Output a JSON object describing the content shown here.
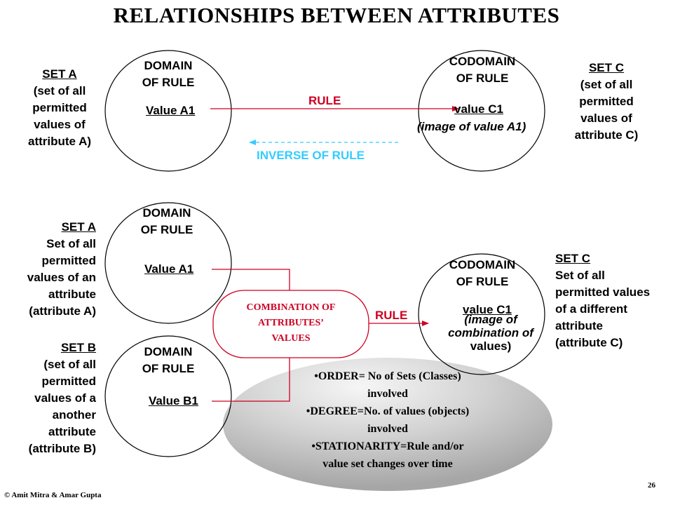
{
  "title": "RELATIONSHIPS BETWEEN ATTRIBUTES",
  "top": {
    "set_a": {
      "heading": "SET A",
      "lines": [
        "(set of all",
        "permitted",
        "values of",
        "attribute A)"
      ]
    },
    "domain": {
      "line1": "DOMAIN",
      "line2": "OF RULE",
      "value": "Value A1"
    },
    "codomain": {
      "line1": "CODOMAIN",
      "line2": "OF RULE",
      "value": "value C1",
      "image": "(image of value A1)"
    },
    "set_c": {
      "heading": "SET C",
      "lines": [
        "(set of all",
        "permitted",
        "values of",
        "attribute C)"
      ]
    },
    "rule_label": "RULE",
    "inverse_label": "INVERSE OF RULE"
  },
  "bottom": {
    "set_a": {
      "heading": "SET A",
      "lines": [
        "Set of all",
        "permitted",
        "values of an",
        "attribute",
        "(attribute A)"
      ]
    },
    "set_b": {
      "heading": "SET B",
      "lines": [
        "(set of all",
        "permitted",
        "values of a",
        "another",
        "attribute",
        "(attribute B)"
      ]
    },
    "domain_a": {
      "line1": "DOMAIN",
      "line2": "OF RULE",
      "value": "Value A1"
    },
    "domain_b": {
      "line1": "DOMAIN",
      "line2": "OF RULE",
      "value": "Value B1"
    },
    "combination": {
      "line1": "COMBINATION OF",
      "line2": "ATTRIBUTES’",
      "line3": "VALUES"
    },
    "rule_label": "RULE",
    "codomain": {
      "line1": "CODOMAIN",
      "line2": "OF RULE",
      "value": "value C1",
      "image1": "(image of",
      "image2": "combination of",
      "image3": "values)"
    },
    "set_c": {
      "heading": "SET C",
      "lines": [
        "Set of all",
        "permitted values",
        "of a different",
        "attribute",
        "(attribute C)"
      ]
    }
  },
  "notes": {
    "order_1": "ORDER= No of Sets (Classes)",
    "order_2": "involved",
    "degree_1": "DEGREE=No. of values (objects)",
    "degree_2": "involved",
    "stat_1": "STATIONARITY=Rule and/or",
    "stat_2": "value set changes over time"
  },
  "footer": {
    "copyright": "© Amit Mitra & Amar Gupta",
    "page": "26"
  },
  "colors": {
    "rule_line": "#cc0022",
    "inverse_line": "#33ccff",
    "ellipse_light": "#f4f4f4",
    "ellipse_dark": "#a8a8a8"
  }
}
